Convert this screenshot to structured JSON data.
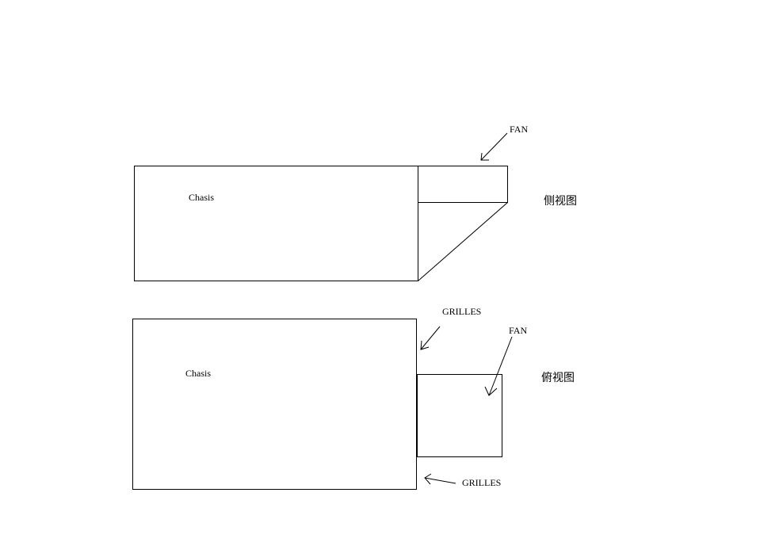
{
  "side_view": {
    "chassis_label": "Chasis",
    "fan_label": "FAN",
    "view_label": "侧视图"
  },
  "top_view": {
    "chassis_label": "Chasis",
    "fan_label": "FAN",
    "grilles_top_label": "GRILLES",
    "grilles_bottom_label": "GRILLES",
    "view_label": "俯视图"
  }
}
